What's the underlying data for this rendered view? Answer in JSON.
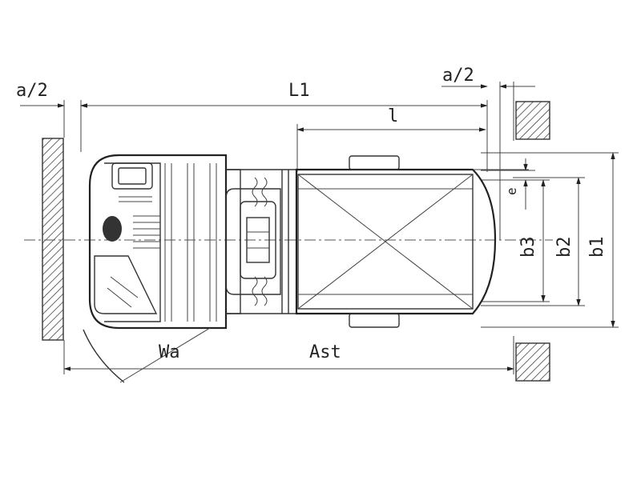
{
  "labels": {
    "a_half_left": "a/2",
    "a_half_right": "a/2",
    "l1": "L1",
    "l": "l",
    "e": "e",
    "b3": "b3",
    "b2": "b2",
    "b1": "b1",
    "wa": "Wa",
    "ast": "Ast"
  }
}
